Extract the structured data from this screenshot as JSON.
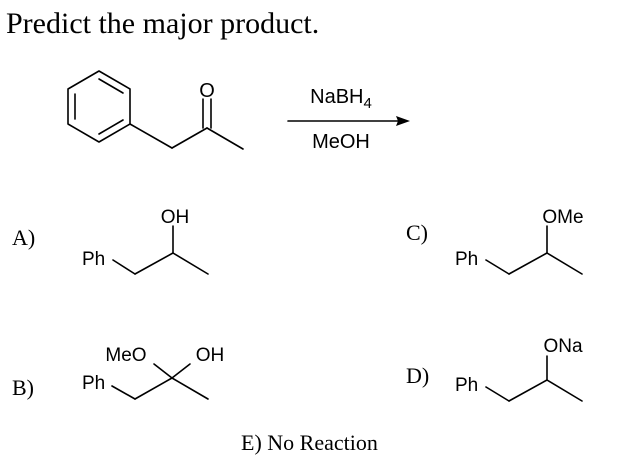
{
  "question": "Predict the major product.",
  "reaction": {
    "reagent": "NaBH4",
    "solvent": "MeOH",
    "starting_material": "1-phenyl-2-propanone (PhCH2C(=O)CH3)",
    "carbonyl_oxygen_label": "O"
  },
  "choices": [
    {
      "letter": "A)",
      "groups": [
        "Ph",
        "OH"
      ]
    },
    {
      "letter": "B)",
      "groups": [
        "Ph",
        "MeO",
        "OH"
      ]
    },
    {
      "letter": "C)",
      "groups": [
        "Ph",
        "OMe"
      ]
    },
    {
      "letter": "D)",
      "groups": [
        "Ph",
        "ONa"
      ]
    }
  ],
  "choice_e": "E) No Reaction"
}
